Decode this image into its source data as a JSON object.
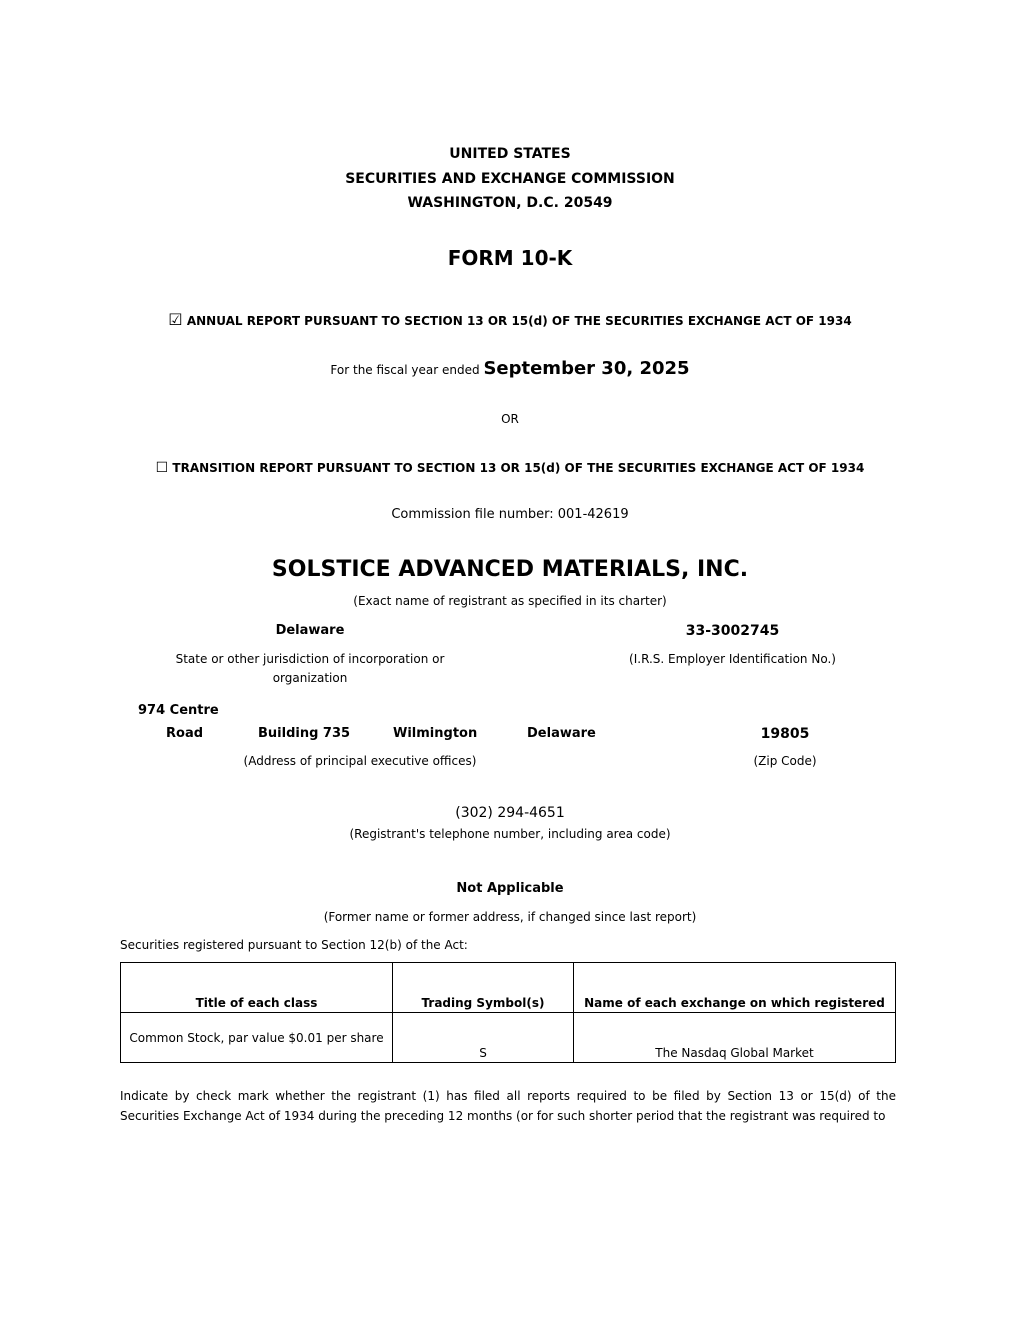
{
  "header": {
    "line1": "UNITED STATES",
    "line2": "SECURITIES AND EXCHANGE COMMISSION",
    "line3": "WASHINGTON, D.C. 20549"
  },
  "form_title": "FORM 10-K",
  "annual_report": {
    "checkbox": "☑",
    "text": "ANNUAL REPORT PURSUANT TO SECTION 13 OR 15(d) OF THE SECURITIES EXCHANGE ACT OF 1934"
  },
  "fiscal_year": {
    "prefix": "For the fiscal year ended",
    "date": "September 30, 2025"
  },
  "or_text": "OR",
  "transition_report": {
    "checkbox": "☐",
    "text": "TRANSITION REPORT PURSUANT TO SECTION 13 OR 15(d) OF THE SECURITIES EXCHANGE ACT OF 1934"
  },
  "commission_file": "Commission file number: 001-42619",
  "company_name": "SOLSTICE ADVANCED MATERIALS, INC.",
  "company_caption": "(Exact name of registrant as specified in its charter)",
  "state": {
    "value": "Delaware",
    "caption": "State or other jurisdiction of incorporation or organization"
  },
  "ein": {
    "value": "33-3002745",
    "caption": "(I.R.S. Employer Identification No.)"
  },
  "address": {
    "line1": "974 Centre",
    "street": "Road",
    "building": "Building 735",
    "city": "Wilmington",
    "state": "Delaware",
    "caption": "(Address of principal executive offices)",
    "zip": "19805",
    "zip_caption": "(Zip Code)"
  },
  "phone": {
    "value": "(302) 294-4651",
    "caption": "(Registrant's telephone number, including area code)"
  },
  "not_applicable": {
    "title": "Not Applicable",
    "caption": "(Former name or former address, if changed since last report)"
  },
  "securities_intro": "Securities registered pursuant to Section 12(b) of the Act:",
  "securities_table": {
    "headers": [
      "Title of each class",
      "Trading Symbol(s)",
      "Name of each exchange on which registered"
    ],
    "rows": [
      [
        "Common Stock, par value $0.01 per share",
        "S",
        "The Nasdaq Global Market"
      ]
    ]
  },
  "paragraph": "Indicate by check mark whether the registrant (1) has filed all reports required to be filed by Section 13 or 15(d) of the Securities Exchange Act of 1934 during the preceding 12 months (or for such shorter period that the registrant was required to"
}
